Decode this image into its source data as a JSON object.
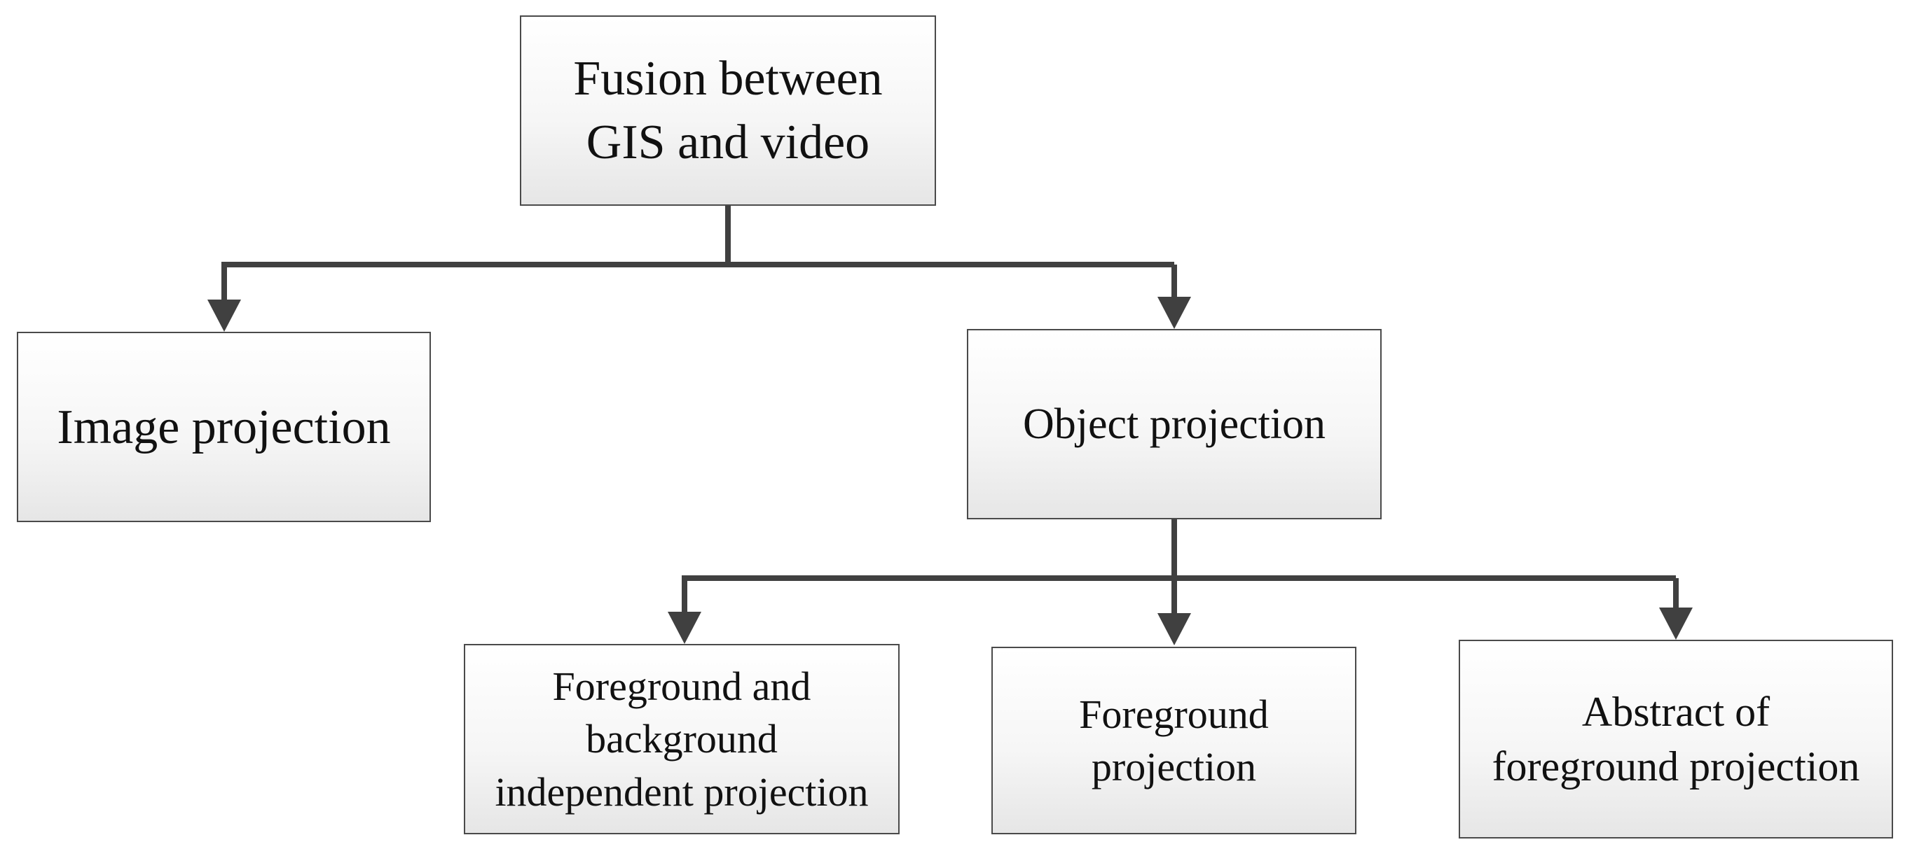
{
  "diagram": {
    "nodes": [
      {
        "id": "root",
        "label": "Fusion between\nGIS and video"
      },
      {
        "id": "image",
        "label": "Image projection"
      },
      {
        "id": "object",
        "label": "Object projection"
      },
      {
        "id": "fb",
        "label": "Foreground and\nbackground\nindependent projection"
      },
      {
        "id": "fg",
        "label": "Foreground\nprojection"
      },
      {
        "id": "abs",
        "label": "Abstract of\nforeground projection"
      }
    ],
    "edges": [
      {
        "from": "root",
        "to": "image"
      },
      {
        "from": "root",
        "to": "object"
      },
      {
        "from": "object",
        "to": "fb"
      },
      {
        "from": "object",
        "to": "fg"
      },
      {
        "from": "object",
        "to": "abs"
      }
    ],
    "colors": {
      "line": "#404040",
      "border": "#4a4a4a",
      "text": "#111111"
    }
  }
}
